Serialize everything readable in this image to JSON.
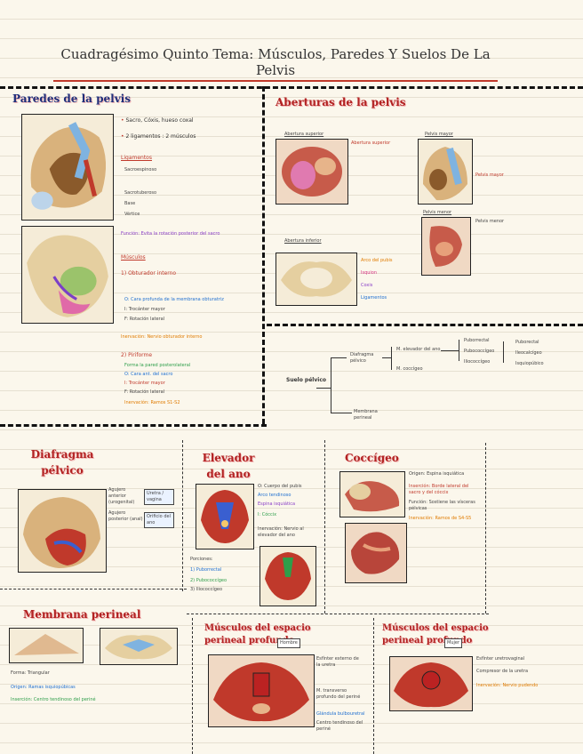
{
  "title": "Cuadragésimo Quinto Tema: Músculos, Paredes Y Suelos De La Pelvis",
  "sections": {
    "paredes": {
      "heading": "Paredes de la pelvis",
      "notes": [
        "Sacro, Cóxis, hueso coxal",
        "2 ligamentos : 2 músculos"
      ],
      "ligamentos_heading": "Ligamentos",
      "ligamentos": [
        "Sacroespinoso",
        "Sacrotuberoso",
        "Base",
        "Vértice"
      ],
      "funcion": "Función: Evita la rotación posterior del sacro",
      "musculos_heading": "Músculos",
      "obturador": "1) Obturador interno",
      "obturador_items": [
        "O: Cara profunda de la membrana obturatriz",
        "I: Trocánter mayor",
        "F: Rotación lateral"
      ],
      "inervacion": "Inervación: Nervio obturador interno",
      "piriforme": "2) Piriforme",
      "piriforme_items": [
        "Forma la pared posterolateral",
        "O: Cara ant. del sacro",
        "I: Trocánter mayor",
        "F: Rotación lateral",
        "Inervación: Ramos S1-S2"
      ]
    },
    "aberturas": {
      "heading": "Aberturas de la pelvis",
      "superior_label": "Abertura superior",
      "inferior_label": "Abertura inferior",
      "mayor_label": "Pelvis mayor",
      "menor_label": "Pelvis menor",
      "inferior_items": [
        "Arco del pubis",
        "Isquion",
        "Coxis",
        "Ligamentos"
      ]
    },
    "suelo": {
      "label": "Suelo pélvico",
      "diafragma": "Diafragma pélvico",
      "membrana": "Membrana perineal",
      "elevador": "M. elevador del ano",
      "coccigeo": "M. coccígeo",
      "leaves": [
        "Puborrectal",
        "Pubococcígeo",
        "Iliococcígeo"
      ],
      "leaves2": [
        "Puborectal",
        "Ileocalcígeo",
        "Isquiopúbico"
      ]
    },
    "diafragma": {
      "heading": "Diafragma pélvico",
      "items": [
        "Agujero anterior (urogenital)",
        "Agujero posterior (anal)"
      ],
      "boxes": [
        "Uretra / vagina",
        "Orificio del ano"
      ]
    },
    "elevador": {
      "heading": "Elevador del ano",
      "items": [
        "O: Cuerpo del pubis",
        "Arco tendinoso",
        "Espina isquiática",
        "I: Cóccix",
        "Inervación: Nervio al elevador del ano"
      ],
      "parts": [
        "1) Puborrectal",
        "2) Pubococcígeo",
        "3) Iliococcígeo"
      ],
      "porcion": "Porciones:"
    },
    "coccigeo": {
      "heading": "Coccígeo",
      "items": [
        "Origen: Espina isquiática",
        "Inserción: Borde lateral del sacro y del cóccix",
        "Función: Sostiene las vísceras pélvicas",
        "Inervación: Ramos de S4-S5"
      ]
    },
    "membrana": {
      "heading": "Membrana perineal",
      "items": [
        "Forma: Triangular",
        "Origen: Ramas isquiopúbicas",
        "Inserción: Centro tendinoso del periné"
      ]
    },
    "espacio_hombre": {
      "heading": "Músculos del espacio perineal profundo",
      "tag": "Hombre",
      "items": [
        "Esfínter externo de la uretra",
        "M. transverso profundo del periné",
        "Glándula bulbouretral",
        "Centro tendinoso del periné"
      ]
    },
    "espacio_mujer": {
      "heading": "Músculos del espacio perineal profundo",
      "tag": "Mujer",
      "items": [
        "Esfínter uretrovaginal",
        "Compresor de la uretra",
        "Inervación: Nervio pudendo"
      ]
    }
  }
}
